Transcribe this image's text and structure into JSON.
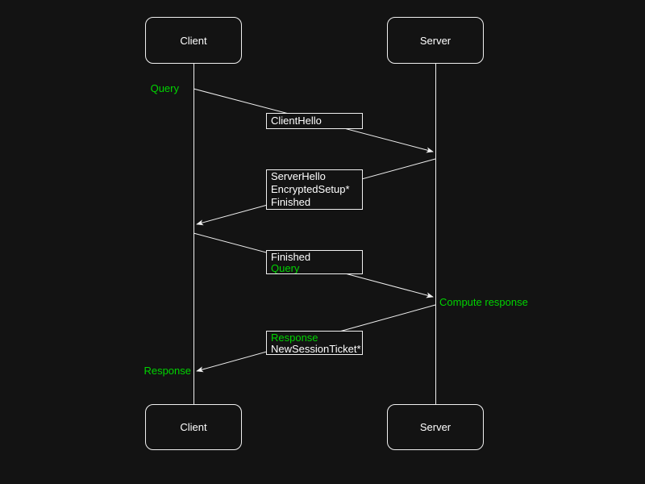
{
  "diagram": {
    "type": "sequence-diagram",
    "colors": {
      "background": "#131313",
      "line": "#f0f0f0",
      "text": "#ffffff",
      "accent_green": "#00d400"
    },
    "actors": {
      "client_top": "Client",
      "server_top": "Server",
      "client_bottom": "Client",
      "server_bottom": "Server"
    },
    "messages": [
      {
        "from": "Client",
        "to": "Server",
        "lines": [
          {
            "text": "ClientHello",
            "color": "white"
          }
        ]
      },
      {
        "from": "Server",
        "to": "Client",
        "lines": [
          {
            "text": "ServerHello",
            "color": "white"
          },
          {
            "text": "EncryptedSetup*",
            "color": "white"
          },
          {
            "text": "Finished",
            "color": "white"
          }
        ]
      },
      {
        "from": "Client",
        "to": "Server",
        "lines": [
          {
            "text": "Finished",
            "color": "white"
          },
          {
            "text": "Query",
            "color": "green"
          }
        ]
      },
      {
        "from": "Server",
        "to": "Client",
        "lines": [
          {
            "text": "Response",
            "color": "green"
          },
          {
            "text": "NewSessionTicket*",
            "color": "white"
          }
        ]
      }
    ],
    "annotations": [
      {
        "text": "Query",
        "side": "left-of-client"
      },
      {
        "text": "Compute response",
        "side": "right-of-server"
      },
      {
        "text": "Response",
        "side": "left-of-client"
      }
    ]
  }
}
